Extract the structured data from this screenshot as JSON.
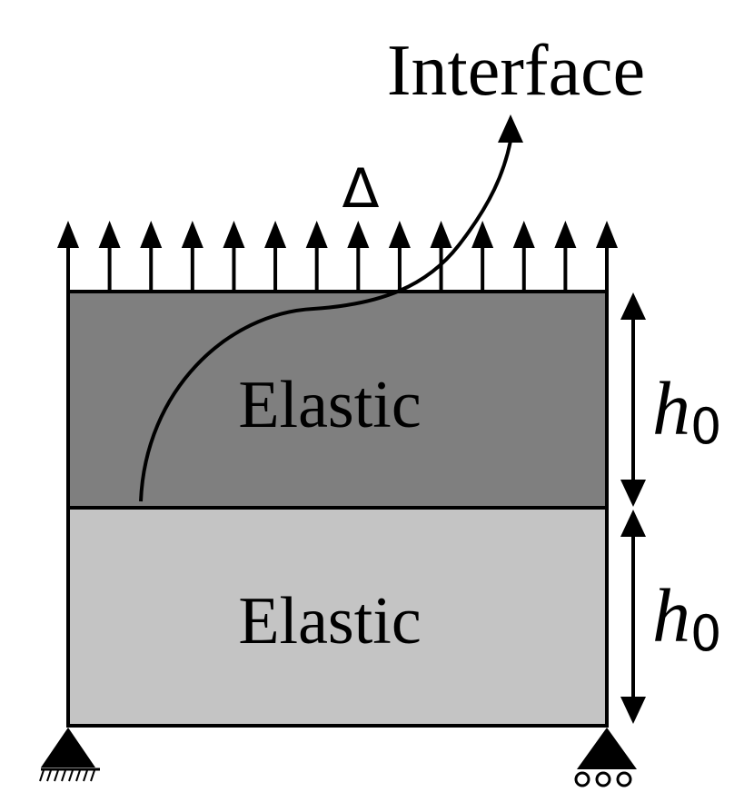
{
  "labels": {
    "interface": "Interface",
    "delta": "Δ",
    "top_layer": "Elastic",
    "bottom_layer": "Elastic",
    "height_top_base": "h",
    "height_top_sub": "0",
    "height_bottom_base": "h",
    "height_bottom_sub": "0"
  },
  "colors": {
    "top_layer_fill": "#7f7f7f",
    "bottom_layer_fill": "#c4c4c4",
    "stroke": "#000000"
  },
  "loading": {
    "arrow_count": 14
  },
  "supports": {
    "left": "pinned",
    "right": "roller"
  }
}
